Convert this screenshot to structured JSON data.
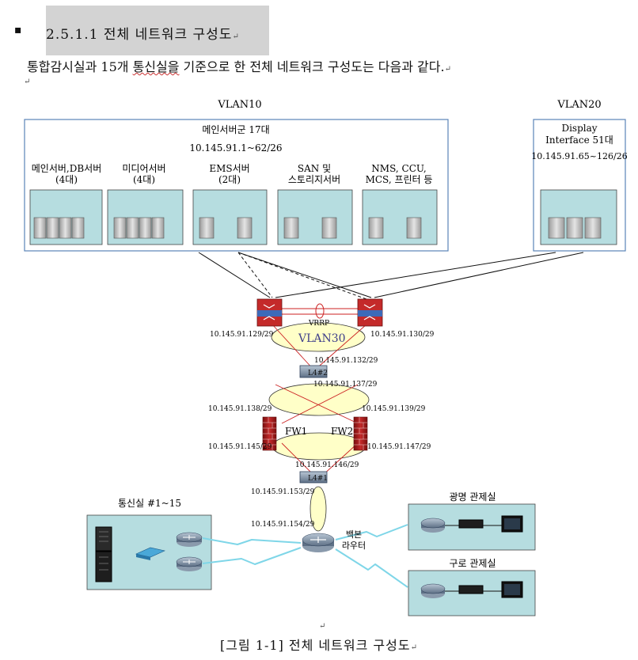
{
  "bullet": "▪",
  "heading": "2.5.1.1 전체 네트워크 구성도",
  "intro": {
    "before": "통합감시실과 15개 ",
    "wavy": "통신실을",
    "after": " 기준으로 한 전체 네트워크 구성도는 다음과 같다."
  },
  "paragraph_mark": "↵",
  "diagram": {
    "vlan10": {
      "label": "VLAN10",
      "group_title": "메인서버군 17대",
      "group_subnet": "10.145.91.1~62/26",
      "server_groups": [
        {
          "line1": "메인서버,DB서버",
          "line2": "(4대)"
        },
        {
          "line1": "미디어서버",
          "line2": "(4대)"
        },
        {
          "line1": "EMS서버",
          "line2": "(2대)"
        },
        {
          "line1": "SAN 및",
          "line2": "스토리지서버"
        },
        {
          "line1": "NMS, CCU,",
          "line2": "MCS, 프린터 등"
        }
      ]
    },
    "vlan20": {
      "label": "VLAN20",
      "line1": "Display",
      "line2": "Interface 51대",
      "subnet": "10.145.91.65~126/26"
    },
    "vrrp": "VRRP",
    "vlan30": "VLAN30",
    "ip_left_core": "10.145.91.129/29",
    "ip_right_core": "10.145.91.130/29",
    "ip_l4_top_1": "10.145.91.132/29",
    "l4_label": "L4#2",
    "ip_l4_top_2": "10.145.91.137/29",
    "ip_fw_left_top": "10.145.91.138/29",
    "ip_fw_right_top": "10.145.91.139/29",
    "fw1": "FW1",
    "fw2": "FW2",
    "ip_fw_left_bottom": "10.145.91.145/29",
    "ip_fw_right_bottom": "10.145.91.147/29",
    "ip_l4_bottom": "10.145.91.146/29",
    "l4_bottom_label": "L4#1",
    "ip_router_top": "10.145.91.153/29",
    "ip_router_bottom": "10.145.91.154/29",
    "comm_room": "통신실 #1~15",
    "backbone_router": {
      "line1": "백본",
      "line2": "라우터"
    },
    "control_room_1": "광명 관제실",
    "control_room_2": "구로 관제실"
  },
  "caption": "[그림 1-1] 전체 네트워크 구성도",
  "colors": {
    "server_box_fill": "#b6dde0",
    "vlan_border": "#5a84b8",
    "ellipse_fill": "#ffffc8",
    "link_red": "#cc2222",
    "lightning": "#7fd6e8"
  }
}
